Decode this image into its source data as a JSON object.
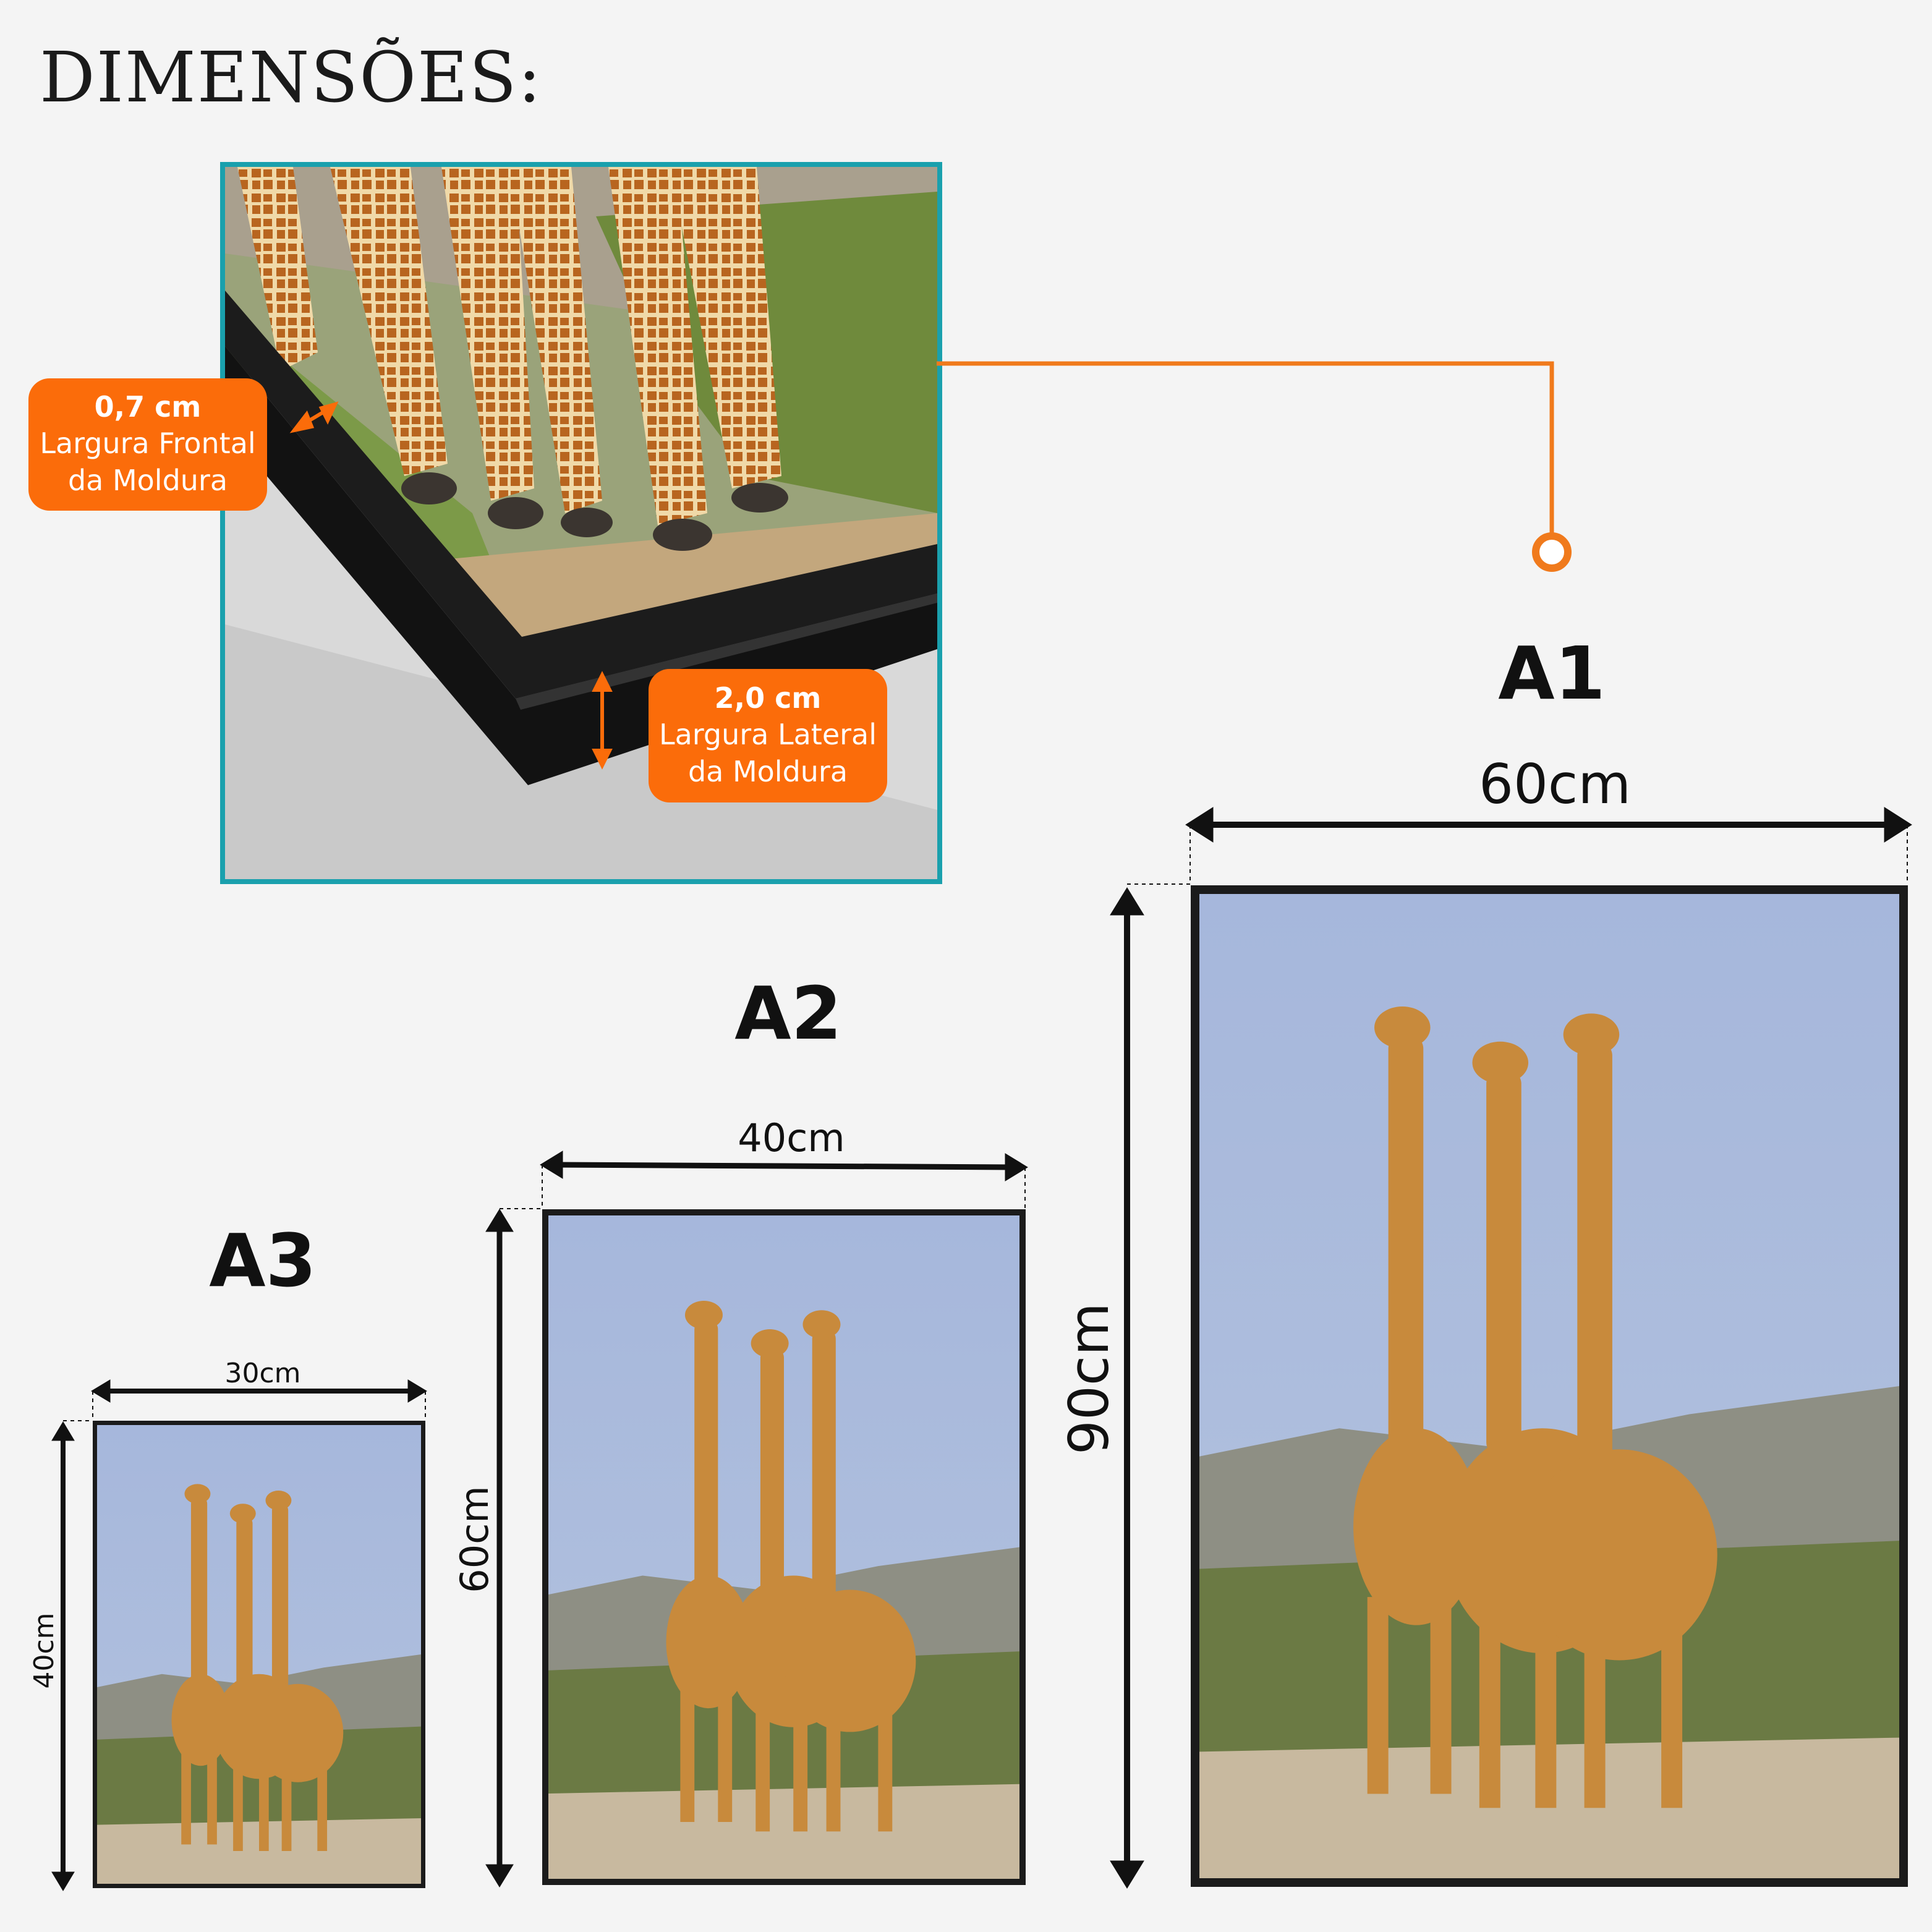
{
  "title": "DIMENSÕES:",
  "detail": {
    "front_width": {
      "value": "0,7 cm",
      "label_line1": "Largura Frontal",
      "label_line2": "da Moldura"
    },
    "side_width": {
      "value": "2,0 cm",
      "label_line1": "Largura Lateral",
      "label_line2": "da Moldura"
    }
  },
  "sizes": [
    {
      "name": "A3",
      "width_label": "30cm",
      "height_label": "40cm"
    },
    {
      "name": "A2",
      "width_label": "40cm",
      "height_label": "60cm"
    },
    {
      "name": "A1",
      "width_label": "60cm",
      "height_label": "90cm"
    }
  ],
  "colors": {
    "accent": "#fb6c0a",
    "detail_border": "#1aa0ad",
    "frame": "#1b1b1b",
    "sky": "#a9b9db"
  }
}
